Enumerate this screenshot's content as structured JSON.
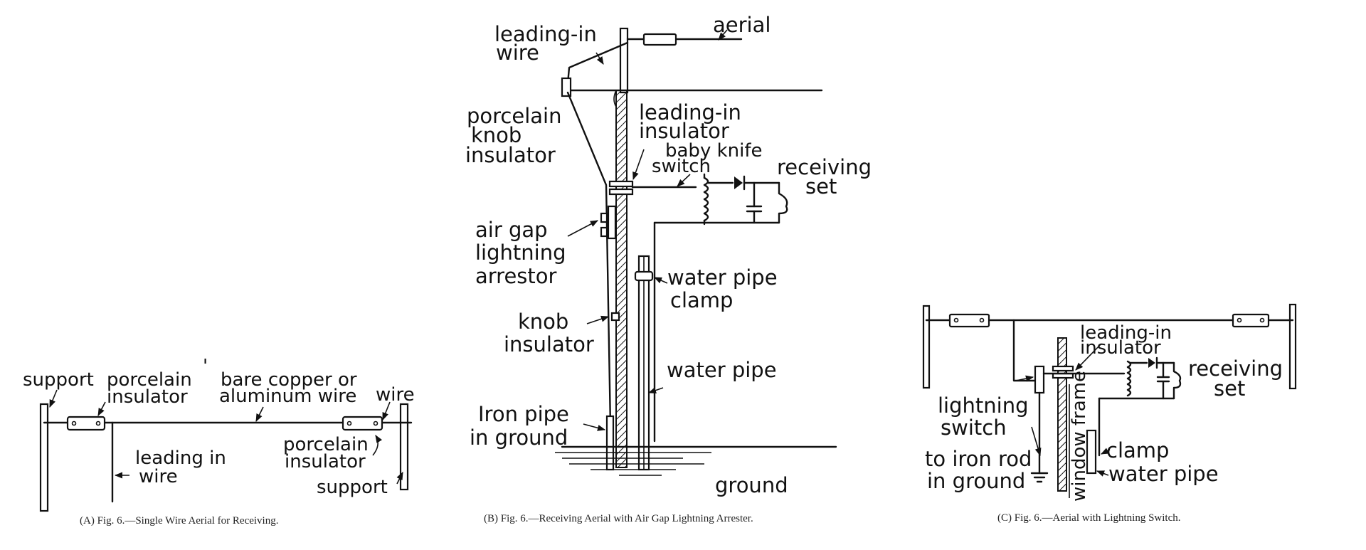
{
  "figure_a": {
    "caption": "(A) Fig. 6.—Single Wire Aerial for Receiving.",
    "labels": {
      "support_left": "support",
      "porcelain_insulator_1": "porcelain",
      "porcelain_insulator_2": "insulator",
      "tick": "'",
      "wire_1": "bare copper or",
      "wire_2": "aluminum wire",
      "wire_right": "wire",
      "leading_in_1": "leading in",
      "leading_in_2": "wire",
      "porcelain_right_1": "porcelain",
      "porcelain_right_2": "insulator",
      "support_right": "support"
    }
  },
  "figure_b": {
    "caption": "(B) Fig. 6.—Receiving Aerial with Air Gap Lightning Arrester.",
    "labels": {
      "leading_in_wire_1": "leading-in",
      "leading_in_wire_2": "wire",
      "aerial": "aerial",
      "porcelain_knob_1": "porcelain",
      "porcelain_knob_2": "knob",
      "porcelain_knob_3": "insulator",
      "leading_in_ins_1": "leading-in",
      "leading_in_ins_2": "insulator",
      "baby_knife_1": "baby knife",
      "baby_knife_2": "switch",
      "receiving_1": "receiving",
      "receiving_2": "set",
      "air_gap_1": "air gap",
      "air_gap_2": "lightning",
      "air_gap_3": "arrestor",
      "water_pipe_clamp_1": "water pipe",
      "water_pipe_clamp_2": "clamp",
      "knob_ins_1": "knob",
      "knob_ins_2": "insulator",
      "water_pipe": "water pipe",
      "iron_pipe_1": "Iron pipe",
      "iron_pipe_2": "in ground",
      "ground": "ground"
    }
  },
  "figure_c": {
    "caption": "(C) Fig. 6.—Aerial with Lightning Switch.",
    "labels": {
      "leading_in_ins_1": "leading-in",
      "leading_in_ins_2": "insulator",
      "receiving_1": "receiving",
      "receiving_2": "set",
      "lightning_switch_1": "lightning",
      "lightning_switch_2": "switch",
      "window_frame": "window frame",
      "iron_rod_1": "to iron rod",
      "iron_rod_2": "in ground",
      "clamp": "clamp",
      "water_pipe": "water pipe"
    }
  }
}
